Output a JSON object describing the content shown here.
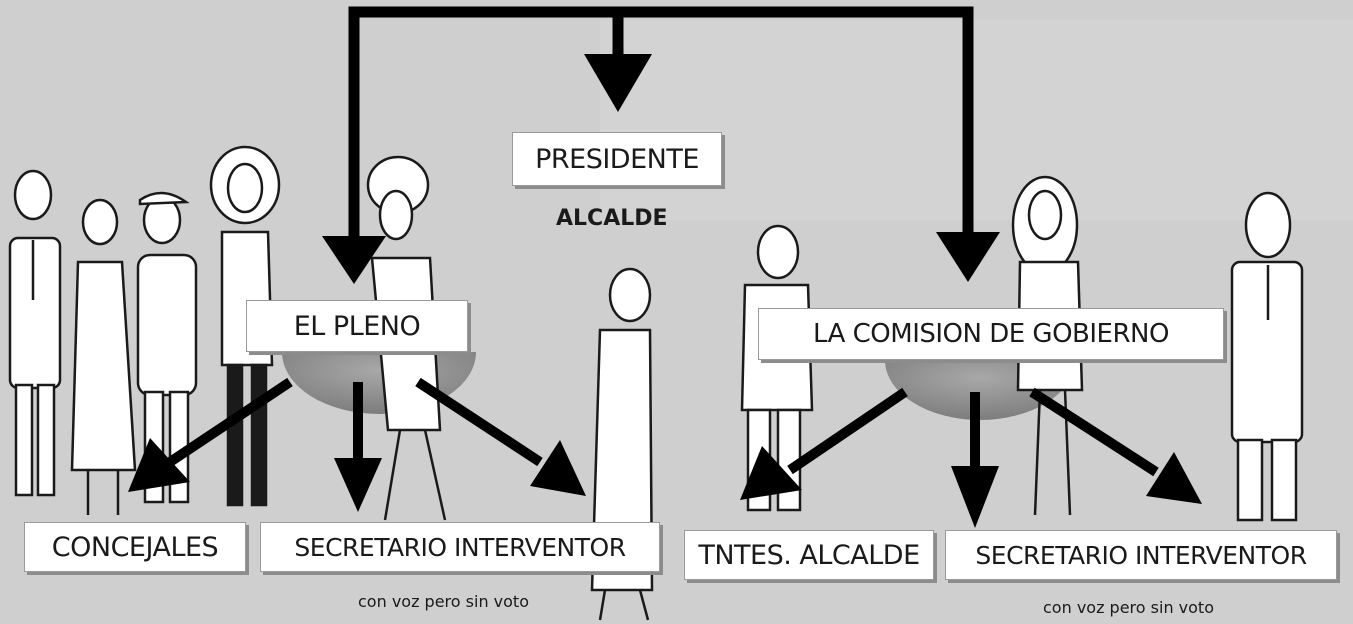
{
  "diagram": {
    "colors": {
      "background": "#cfcfcf",
      "arrow": "#000000",
      "hub": "#8f8f8f",
      "figure_fill": "#ffffff",
      "figure_stroke": "#1a1a1a"
    },
    "top": {
      "title": "PRESIDENTE",
      "subtitle": "ALCALDE"
    },
    "pleno": {
      "title": "EL PLENO",
      "children": [
        "CONCEJALES",
        "SECRETARIO  INTERVENTOR"
      ],
      "note": "con voz pero sin voto"
    },
    "comision": {
      "title": "LA COMISION DE GOBIERNO",
      "children": [
        "TNTES. ALCALDE",
        "SECRETARIO  INTERVENTOR"
      ],
      "note": "con voz pero sin voto"
    },
    "figures_icon": "cartoon-person-icon"
  }
}
